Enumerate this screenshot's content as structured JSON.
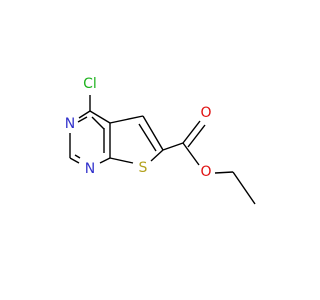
{
  "molecule": {
    "atoms": {
      "cl": "Cl",
      "n3": "N",
      "n1": "N",
      "s": "S",
      "o_carbonyl": "O",
      "o_ester": "O"
    },
    "colors": {
      "cl": "#1fb31f",
      "n": "#3232cc",
      "s": "#b3a21f",
      "o": "#e01010",
      "bond": "#000000"
    }
  }
}
